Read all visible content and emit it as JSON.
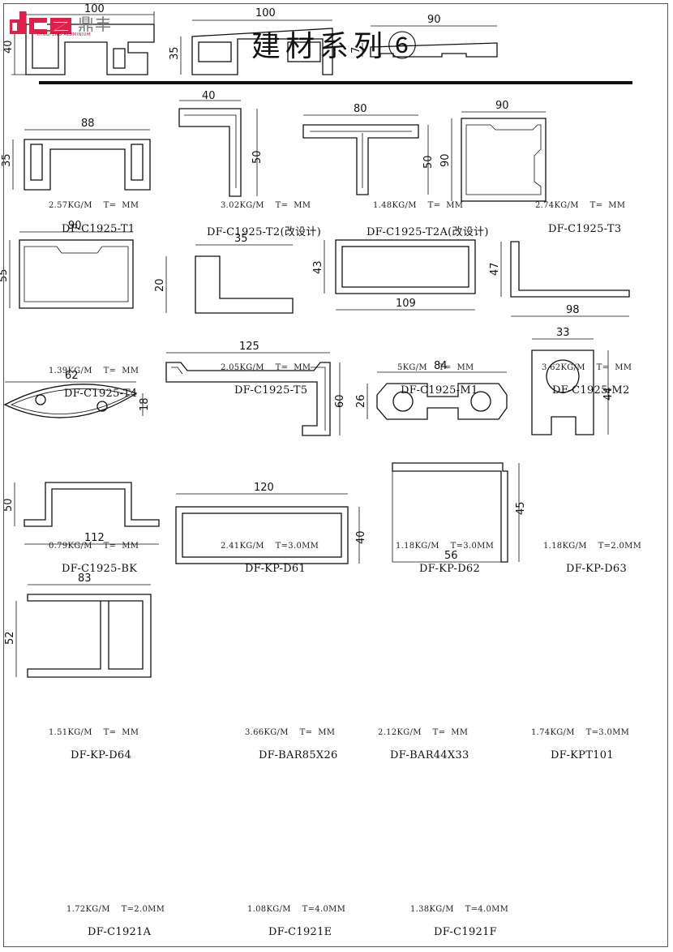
{
  "header": {
    "brand_cn": "鼎丰",
    "brand_en": "DINGFENG ALUMINIUM",
    "title": "建材系列⑥"
  },
  "brand_color": "#e0204a",
  "profiles": [
    {
      "code": "DF-C1925-T1",
      "weight": "2.57KG/M",
      "thickness": "T=  MM",
      "dims": [
        "100",
        "40"
      ]
    },
    {
      "code": "DF-C1925-T2(改设计)",
      "weight": "3.02KG/M",
      "thickness": "T=  MM",
      "dims": [
        "100",
        "35"
      ]
    },
    {
      "code": "DF-C1925-T2A(改设计)",
      "weight": "1.48KG/M",
      "thickness": "T=  MM",
      "dims": [
        "90",
        "7"
      ]
    },
    {
      "code": "DF-C1925-T3",
      "weight": "2.74KG/M",
      "thickness": "T=  MM",
      "dims": [
        "88",
        "35"
      ]
    },
    {
      "code": "DF-C1925-T4",
      "weight": "1.39KG/M",
      "thickness": "T=  MM",
      "dims": [
        "40",
        "50"
      ]
    },
    {
      "code": "DF-C1925-T5",
      "weight": "2.05KG/M",
      "thickness": "T=  MM",
      "dims": [
        "80",
        "50"
      ]
    },
    {
      "code": "DF-C1925-M1",
      "weight": "5KG/M",
      "thickness": "T=  MM",
      "dims": [
        "90",
        "90"
      ]
    },
    {
      "code": "DF-C1925-M2",
      "weight": "3.62KG/M",
      "thickness": "T=  MM",
      "dims": [
        "90",
        "55"
      ]
    },
    {
      "code": "DF-C1925-BK",
      "weight": "0.79KG/M",
      "thickness": "T=  MM",
      "dims": [
        "35",
        "20"
      ]
    },
    {
      "code": "DF-KP-D61",
      "weight": "2.41KG/M",
      "thickness": "T=3.0MM",
      "dims": [
        "109",
        "43"
      ]
    },
    {
      "code": "DF-KP-D62",
      "weight": "1.18KG/M",
      "thickness": "T=3.0MM",
      "dims": [
        "98",
        "47"
      ]
    },
    {
      "code": "DF-KP-D63",
      "weight": "1.18KG/M",
      "thickness": "T=2.0MM",
      "dims": [
        "62",
        "18"
      ]
    },
    {
      "code": "DF-KP-D64",
      "weight": "1.51KG/M",
      "thickness": "T=  MM",
      "dims": [
        "125",
        "60"
      ]
    },
    {
      "code": "DF-BAR85X26",
      "weight": "3.66KG/M",
      "thickness": "T=  MM",
      "dims": [
        "84",
        "26"
      ]
    },
    {
      "code": "DF-BAR44X33",
      "weight": "2.12KG/M",
      "thickness": "T=  MM",
      "dims": [
        "33",
        "44"
      ]
    },
    {
      "code": "DF-KPT101",
      "weight": "1.74KG/M",
      "thickness": "T=3.0MM",
      "dims": [
        "112",
        "50"
      ]
    },
    {
      "code": "DF-C1921A",
      "weight": "1.72KG/M",
      "thickness": "T=2.0MM",
      "dims": [
        "120",
        "40"
      ]
    },
    {
      "code": "DF-C1921E",
      "weight": "1.08KG/M",
      "thickness": "T=4.0MM",
      "dims": [
        "56",
        "45"
      ]
    },
    {
      "code": "DF-C1921F",
      "weight": "1.38KG/M",
      "thickness": "T=4.0MM",
      "dims": [
        "83",
        "52"
      ]
    }
  ]
}
